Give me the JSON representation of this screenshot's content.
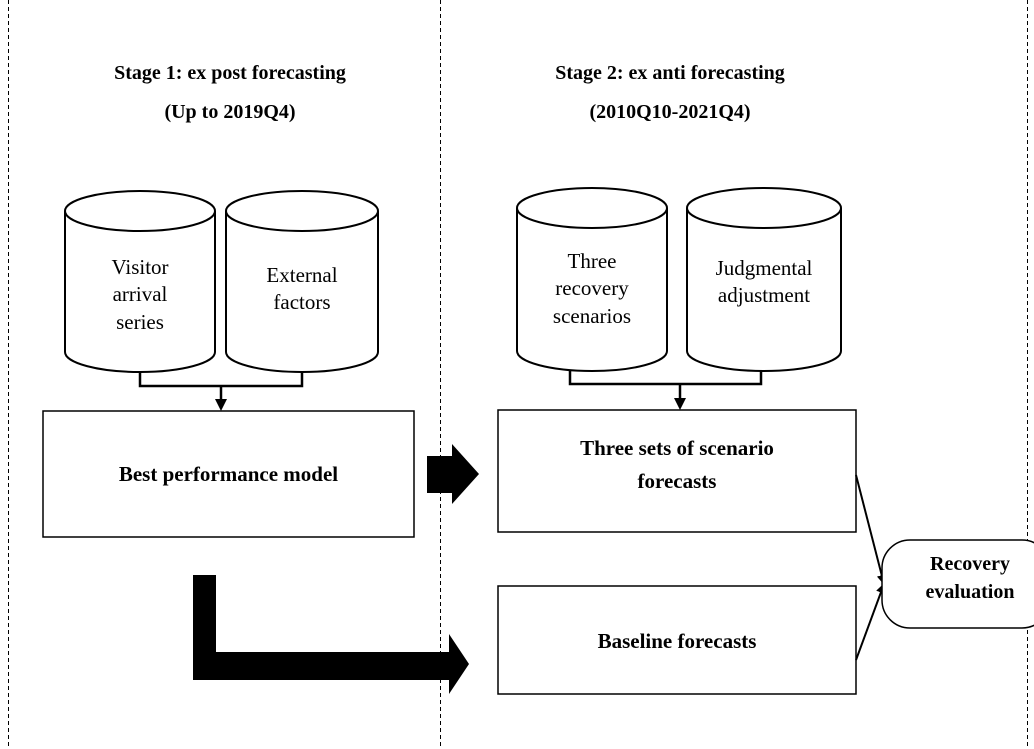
{
  "stage1": {
    "title": "Stage 1: ex post forecasting",
    "period": "(Up to 2019Q4)",
    "cylinder_left": [
      "Visitor",
      "arrival",
      "series"
    ],
    "cylinder_right": [
      "External",
      "factors"
    ],
    "model_box": "Best performance model"
  },
  "stage2": {
    "title": "Stage 2: ex anti forecasting",
    "period": "(2010Q10-2021Q4)",
    "cylinder_left": [
      "Three",
      "recovery",
      "scenarios"
    ],
    "cylinder_right": [
      "Judgmental",
      "adjustment"
    ],
    "scenario_box": [
      "Three sets of scenario",
      "forecasts"
    ],
    "baseline_box": "Baseline forecasts"
  },
  "evaluation": [
    "Recovery",
    "evaluation"
  ]
}
